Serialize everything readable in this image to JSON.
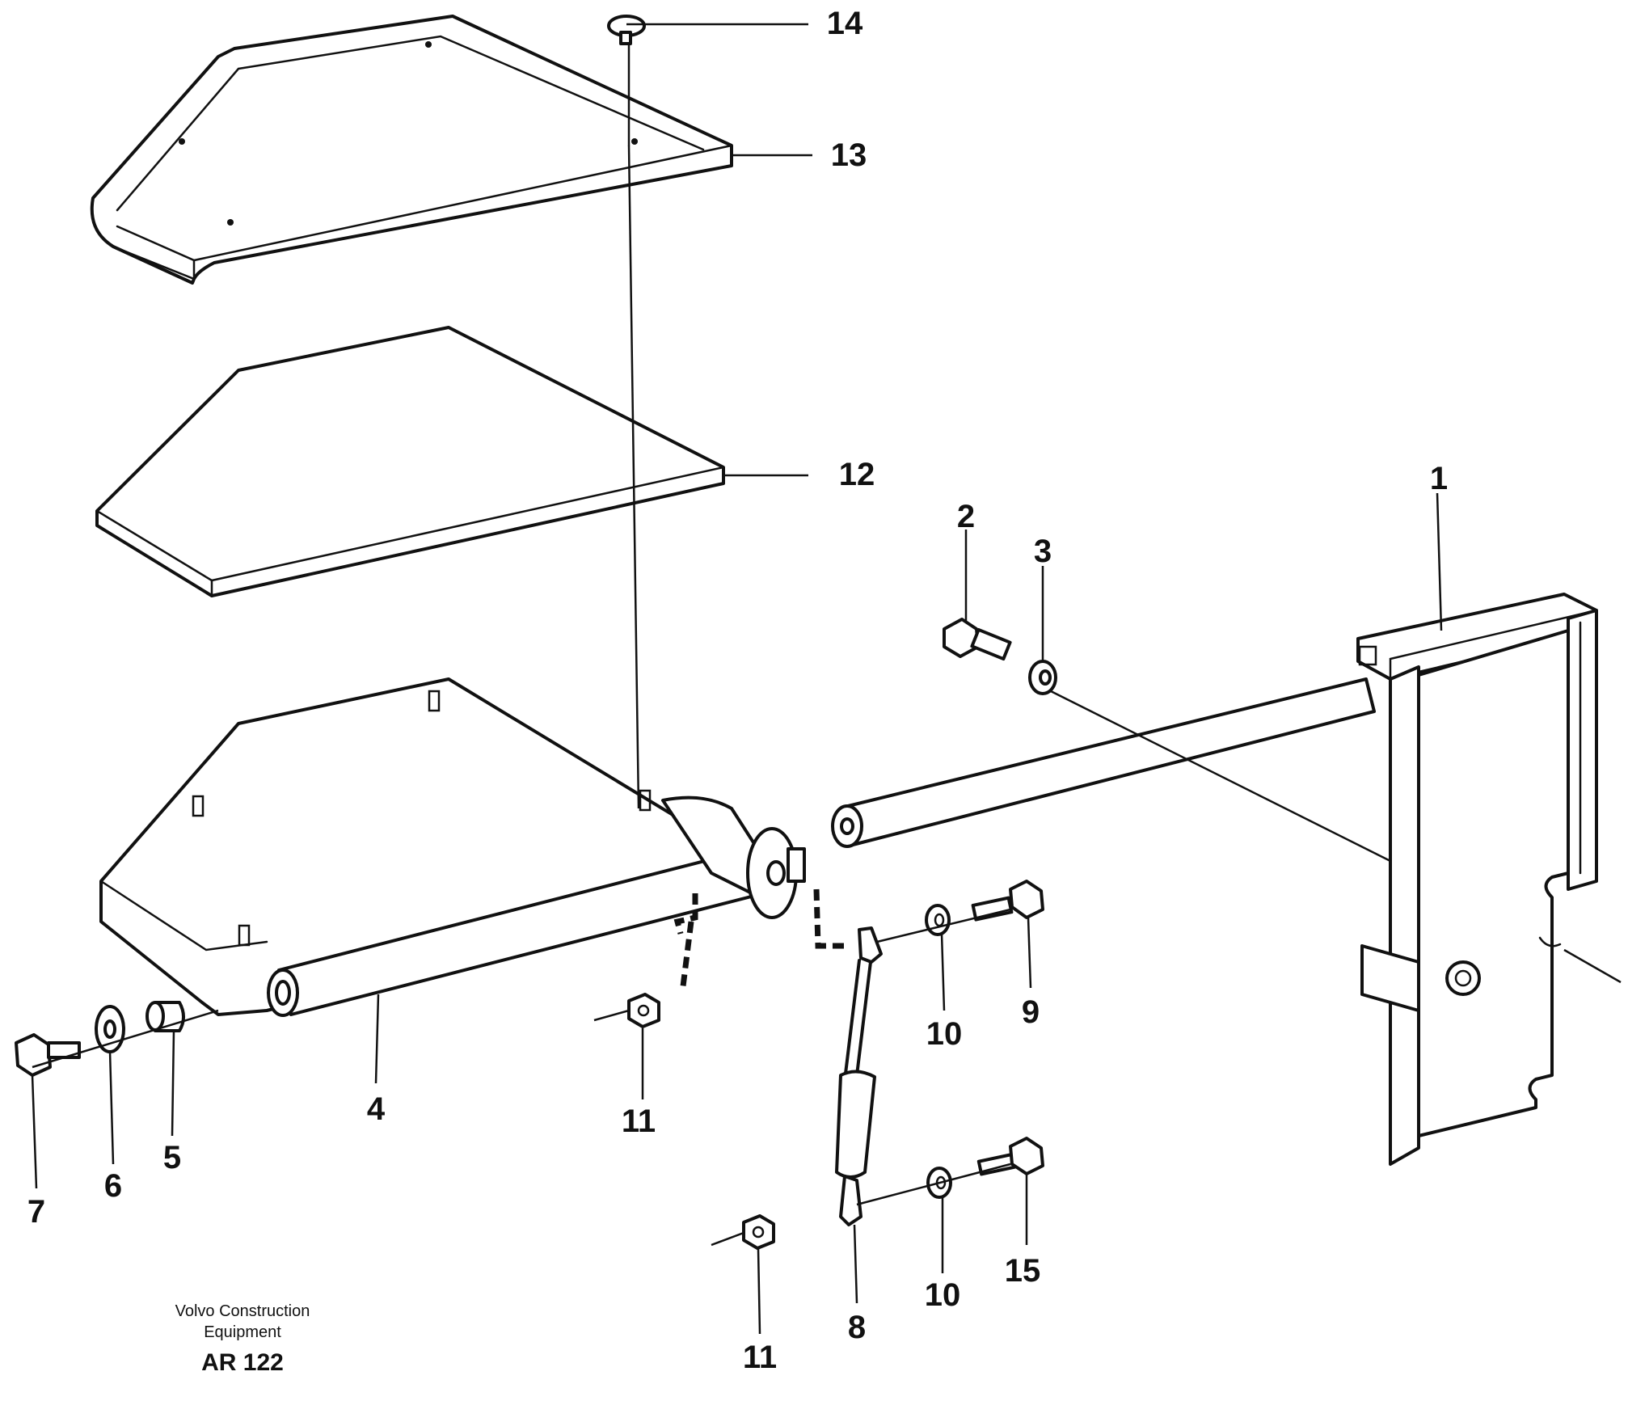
{
  "diagram": {
    "callouts": [
      "1",
      "2",
      "3",
      "4",
      "5",
      "6",
      "7",
      "8",
      "9",
      "10",
      "10",
      "11",
      "11",
      "12",
      "13",
      "14",
      "15"
    ],
    "caption": {
      "line1": "Volvo Construction",
      "line2": "Equipment",
      "code": "AR 122"
    }
  }
}
